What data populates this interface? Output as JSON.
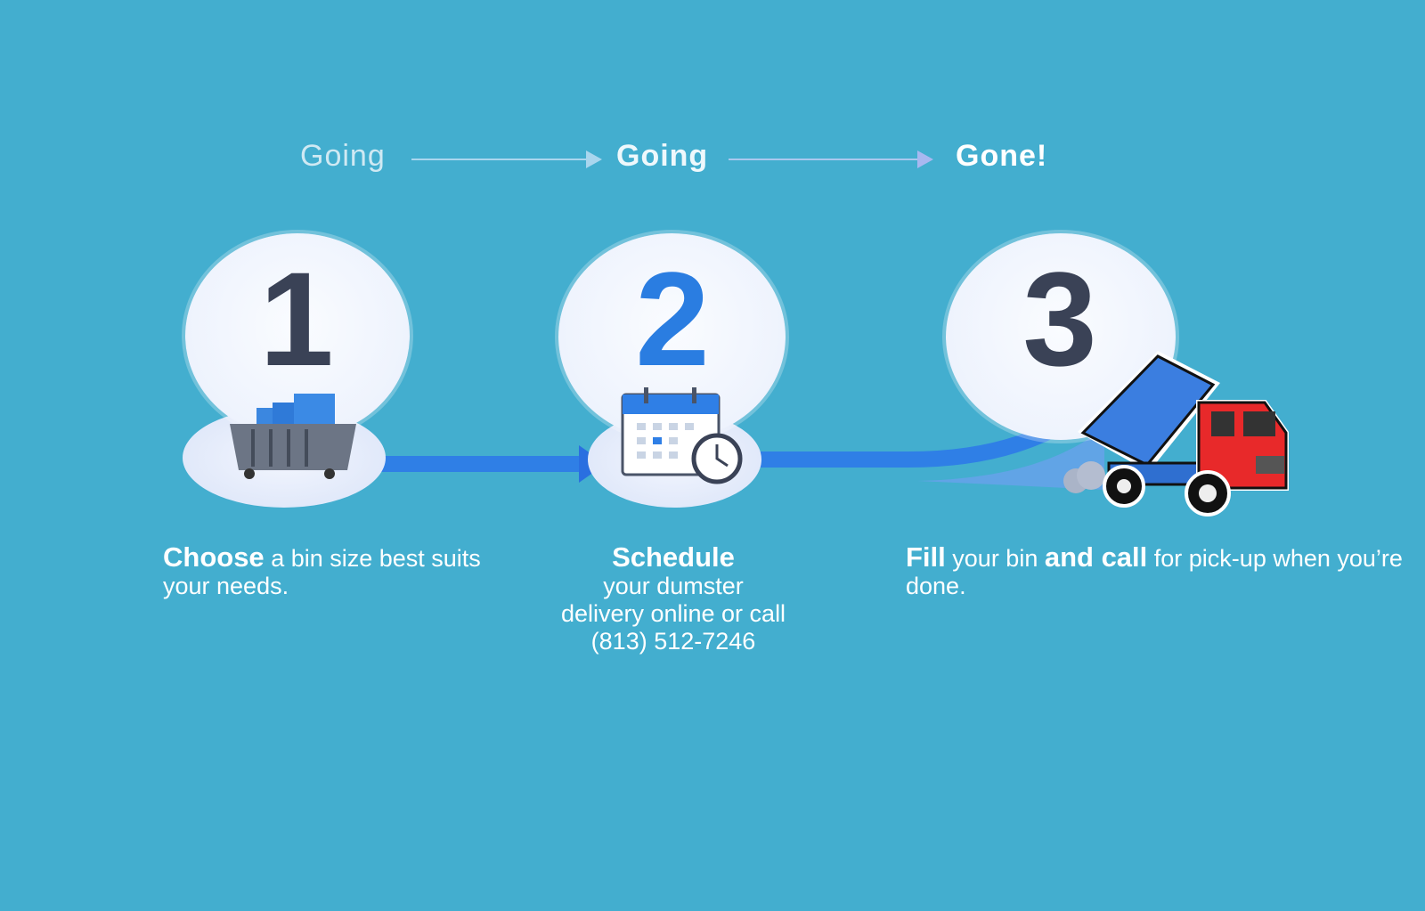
{
  "header": {
    "step1": "Going",
    "step2": "Going",
    "step3": "Gone!"
  },
  "steps": [
    {
      "number": "1",
      "bold": "Choose",
      "text": " a bin size best suits your needs.",
      "icon": "dumpster-icon"
    },
    {
      "number": "2",
      "bold": "Schedule",
      "line1": "your dumster",
      "line2": "delivery online or call",
      "phone": "(813) 512-7246",
      "icon": "calendar-clock-icon"
    },
    {
      "number": "3",
      "bold1": "Fill",
      "text1": " your bin ",
      "bold2": "and call",
      "text2": " for pick-up when you’re done.",
      "icon": "dump-truck-icon"
    }
  ],
  "colors": {
    "background": "#43aecf",
    "accent": "#2a7de1",
    "number_dark": "#3a4256",
    "truck_cab": "#e8292a",
    "truck_bed": "#3b7ee0"
  }
}
